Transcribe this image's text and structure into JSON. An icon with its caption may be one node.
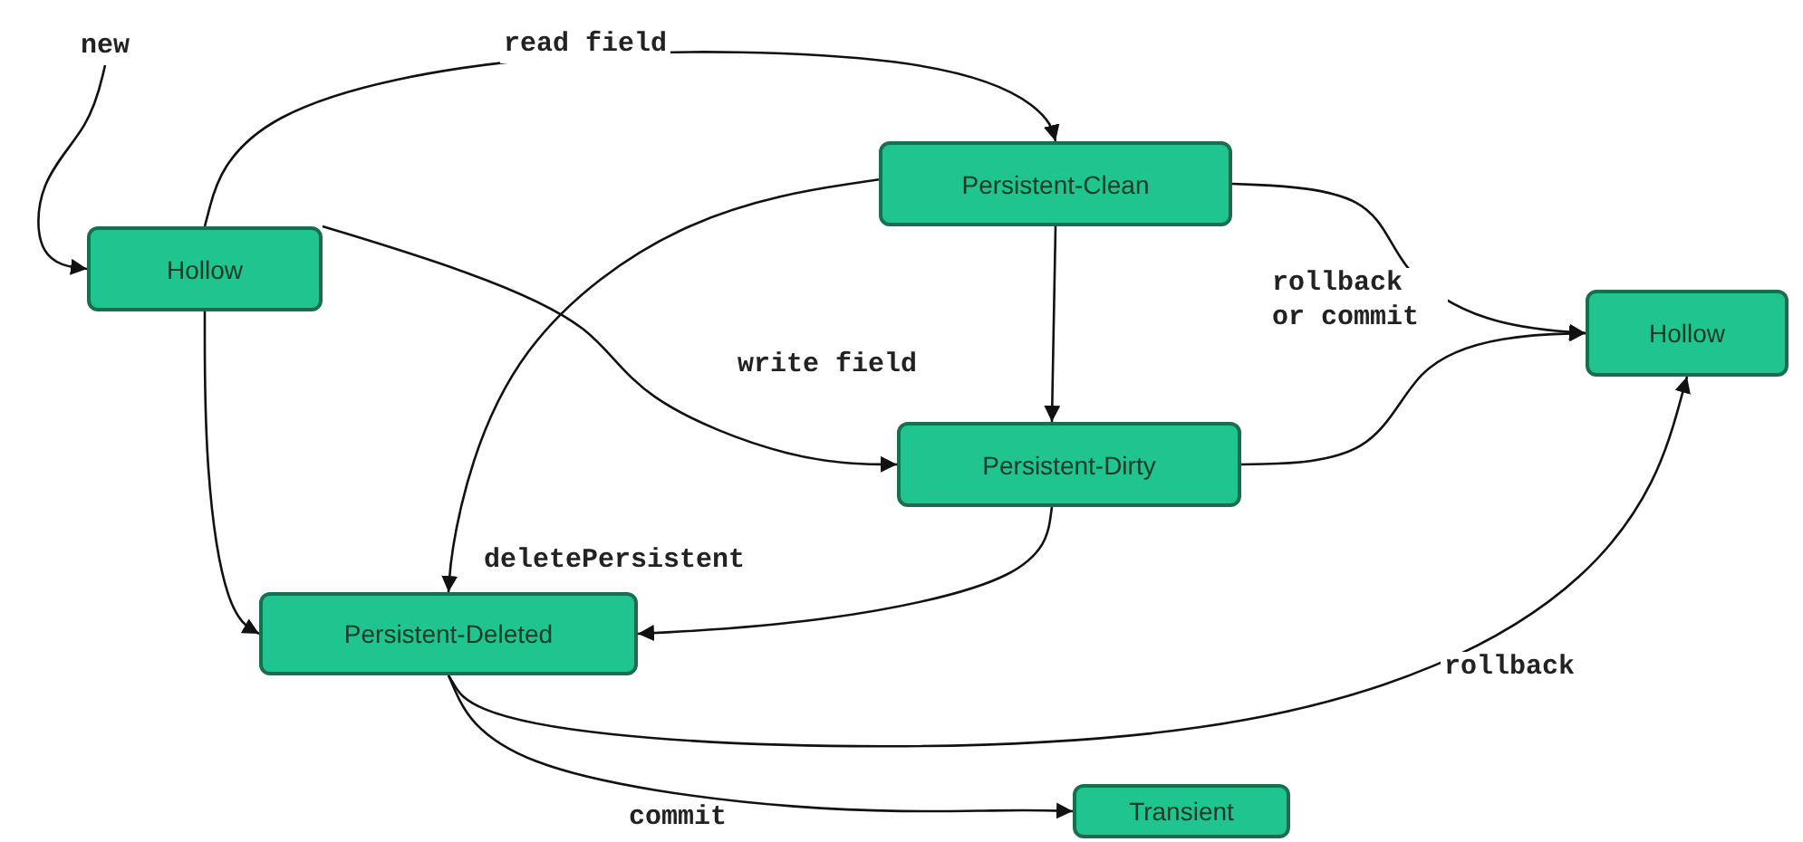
{
  "diagram": {
    "nodes": [
      {
        "text": [
          "new"
        ]
      },
      {
        "text": [
          "Hollow"
        ]
      },
      {
        "text": [
          "Persistent-Clean"
        ]
      },
      {
        "text": [
          "Hollow"
        ]
      },
      {
        "text": [
          "Persistent-Dirty"
        ]
      },
      {
        "text": [
          "Persistent-Deleted"
        ]
      },
      {
        "text": [
          "Transient"
        ]
      }
    ],
    "edges": [
      {
        "from": 0,
        "to": 1,
        "arrow": "to"
      },
      {
        "from": 1,
        "to": 2,
        "arrow": "to",
        "label": "read field"
      },
      {
        "from": 1,
        "to": 4,
        "arrow": "to",
        "label": "write field"
      },
      {
        "from": 1,
        "to": 5,
        "arrow": "to"
      },
      {
        "from": 2,
        "to": 4,
        "arrow": "to"
      },
      {
        "from": 2,
        "to": 5,
        "arrow": "to",
        "label": "deletePersistent"
      },
      {
        "from": 4,
        "to": 5,
        "arrow": "to"
      },
      {
        "from": 2,
        "to": 3,
        "arrow": "to",
        "label": "rollback or commit"
      },
      {
        "from": 4,
        "to": 3,
        "arrow": "to"
      },
      {
        "from": 5,
        "to": 3,
        "arrow": "to",
        "label": "rollback"
      },
      {
        "from": 5,
        "to": 6,
        "arrow": "to",
        "label": "commit"
      }
    ]
  }
}
